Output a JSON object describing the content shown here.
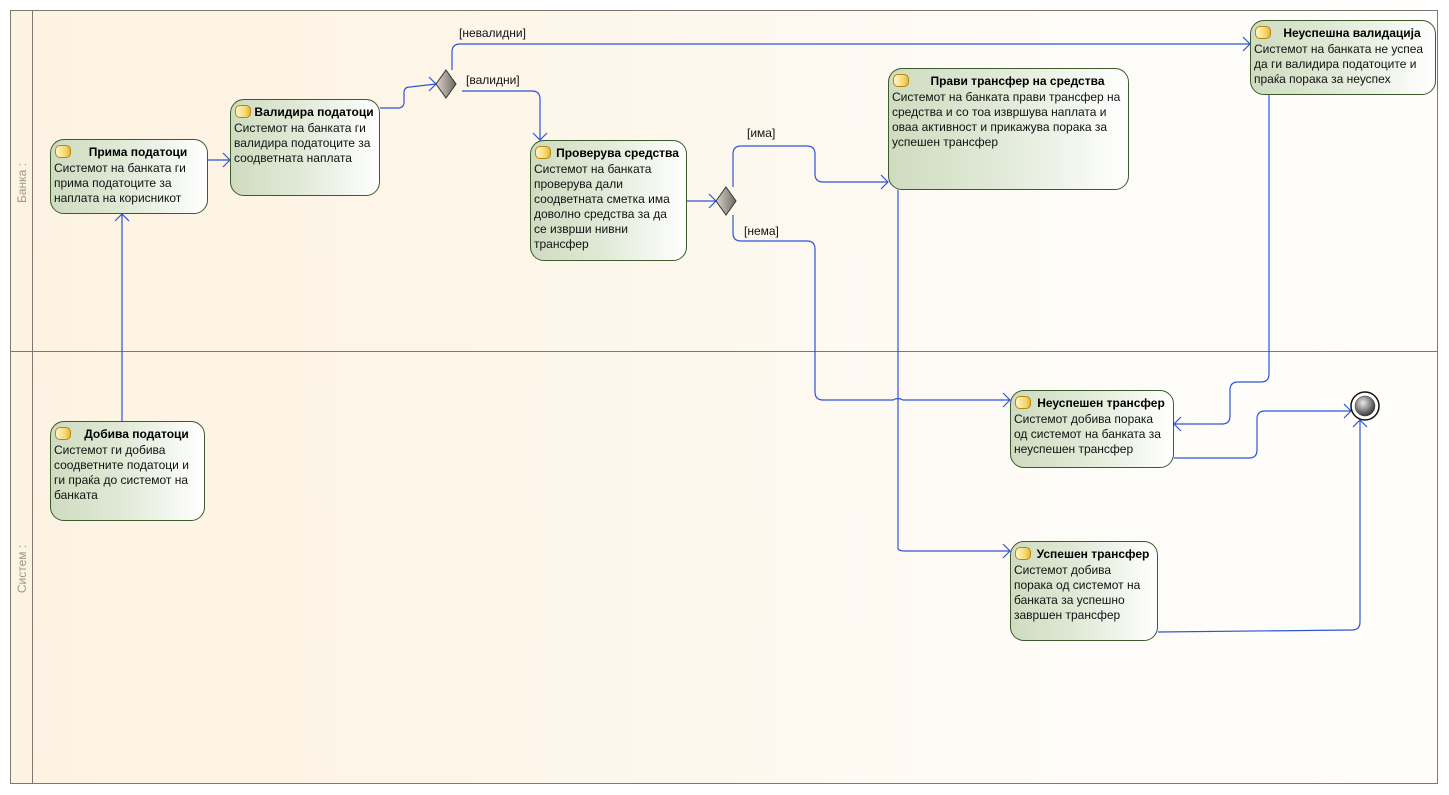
{
  "diagram": {
    "type": "UML activity diagram with swimlanes",
    "lanes": [
      {
        "id": "bank",
        "label": "Банка :"
      },
      {
        "id": "system",
        "label": "Систем :"
      }
    ],
    "nodes": [
      {
        "id": "prima",
        "lane": "bank",
        "title": "Прима податоци",
        "description": "Системот на банката ги прима податоците за наплата на корисникот"
      },
      {
        "id": "validira",
        "lane": "bank",
        "title": "Валидира податоци",
        "description": "Системот на банката ги валидира податоците за соодветната наплата"
      },
      {
        "id": "proveruva",
        "lane": "bank",
        "title": "Проверува средства",
        "description": "Системот на банката проверува дали соодветната сметка има доволно средства за да се изврши нивни трансфер"
      },
      {
        "id": "pravi",
        "lane": "bank",
        "title": "Прави трансфер на средства",
        "description": "Системот на банката прави трансфер на средства и со тоа извршува наплата и оваа активност и прикажува порака за успешен трансфер"
      },
      {
        "id": "neuspesna_validacija",
        "lane": "bank",
        "title": "Неуспешна валидација",
        "description": "Системот на банката не успеа да ги валидира податоците и праќа порака за неуспех"
      },
      {
        "id": "dobiva",
        "lane": "system",
        "title": "Добива податоци",
        "description": "Системот ги добива соодветните податоци и ги праќа до системот на банката"
      },
      {
        "id": "neuspeshen_transfer",
        "lane": "system",
        "title": "Неуспешен трансфер",
        "description": "Системот добива порака од системот на банката за неуспешен трансфер"
      },
      {
        "id": "uspeshen_transfer",
        "lane": "system",
        "title": "Успешен трансфер",
        "description": "Системот добива порака од системот на банката за успешно завршен трансфер"
      }
    ],
    "decisions": [
      {
        "id": "d1",
        "lane": "bank"
      },
      {
        "id": "d2",
        "lane": "bank"
      }
    ],
    "final_node": {
      "id": "final",
      "lane": "system"
    },
    "guards": {
      "nevalidni": "[невалидни]",
      "validni": "[валидни]",
      "ima": "[има]",
      "nema": "[нема]"
    },
    "flows": [
      {
        "from": "dobiva",
        "to": "prima",
        "guard": ""
      },
      {
        "from": "prima",
        "to": "validira",
        "guard": ""
      },
      {
        "from": "validira",
        "to": "d1",
        "guard": ""
      },
      {
        "from": "d1",
        "to": "neuspesna_validacija",
        "guard": "[невалидни]"
      },
      {
        "from": "d1",
        "to": "proveruva",
        "guard": "[валидни]"
      },
      {
        "from": "proveruva",
        "to": "d2",
        "guard": ""
      },
      {
        "from": "d2",
        "to": "pravi",
        "guard": "[има]"
      },
      {
        "from": "d2",
        "to": "neuspeshen_transfer",
        "guard": "[нема]"
      },
      {
        "from": "pravi",
        "to": "uspeshen_transfer",
        "guard": ""
      },
      {
        "from": "neuspesna_validacija",
        "to": "neuspeshen_transfer",
        "guard": ""
      },
      {
        "from": "neuspeshen_transfer",
        "to": "final",
        "guard": ""
      },
      {
        "from": "uspeshen_transfer",
        "to": "final",
        "guard": ""
      }
    ],
    "colors": {
      "connector": "#2d55d8",
      "node_border": "#3c5a2c",
      "lane_border": "#807870",
      "lane_background": "#fdf3e3"
    }
  }
}
